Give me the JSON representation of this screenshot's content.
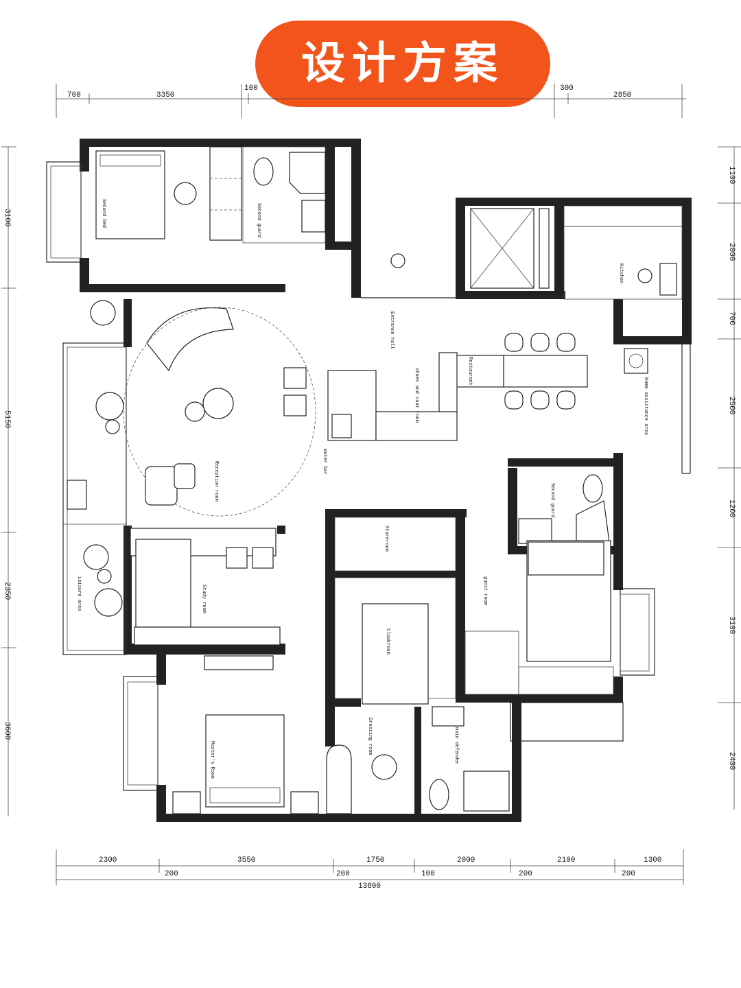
{
  "title": "设计方案",
  "colors": {
    "badge": "#f2541b",
    "wall": "#222222",
    "line": "#444444"
  },
  "dims_top": [
    "700",
    "3350",
    "100",
    "300",
    "2850"
  ],
  "dims_bottom": [
    "2300",
    "3550",
    "1750",
    "2000",
    "2100",
    "1300"
  ],
  "dims_bottom_small": [
    "200",
    "200",
    "100",
    "200",
    "200"
  ],
  "dims_bottom_total": "13800",
  "dims_left": [
    "3100",
    "5150",
    "2350",
    "3600"
  ],
  "dims_right": [
    "1100",
    "2000",
    "700",
    "2500",
    "1200",
    "3100",
    "2400"
  ],
  "rooms": {
    "second_bedroom": "Second bed",
    "second_guard_top": "Second guard",
    "kitchen": "Kitchen",
    "entrance_hall": "Entrance hall",
    "shoes_coat": "shoes and coat room",
    "restaurant": "Restaurant",
    "home_assist": "Home assistance area",
    "reception": "Reception room",
    "water_bar": "Water bar",
    "second_guard_mid": "Second guard",
    "study": "Study room",
    "leisure": "Leisure area",
    "guest_room": "guest room",
    "storeroom": "Storeroom",
    "cloakroom": "Cloakroom",
    "master_bedroom": "Master's Room",
    "dressing": "Dressing room",
    "main_defender": "main defender"
  }
}
